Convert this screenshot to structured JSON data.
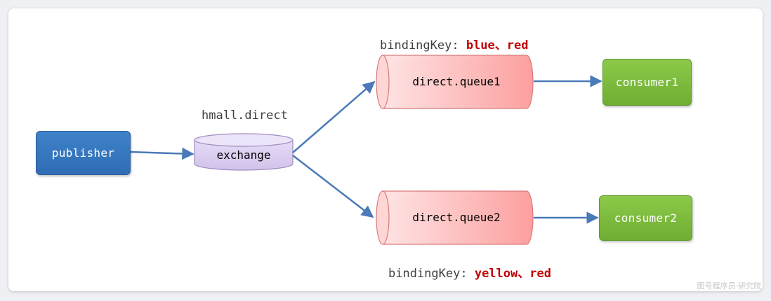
{
  "publisher": {
    "label": "publisher"
  },
  "exchange": {
    "name": "hmall.direct",
    "label": "exchange"
  },
  "queues": [
    {
      "label": "direct.queue1",
      "binding_prefix": "bindingKey: ",
      "binding_keys": "blue、red"
    },
    {
      "label": "direct.queue2",
      "binding_prefix": "bindingKey: ",
      "binding_keys": "yellow、red"
    }
  ],
  "consumers": [
    {
      "label": "consumer1"
    },
    {
      "label": "consumer2"
    }
  ],
  "watermark": "图号程序员·研究院",
  "colors": {
    "publisher": "#3373bb",
    "exchange": "#dcd0f0",
    "queue": "#fdbcbc",
    "consumer": "#7cb83e",
    "arrow": "#4a7ab8",
    "binding_highlight": "#c00000"
  }
}
